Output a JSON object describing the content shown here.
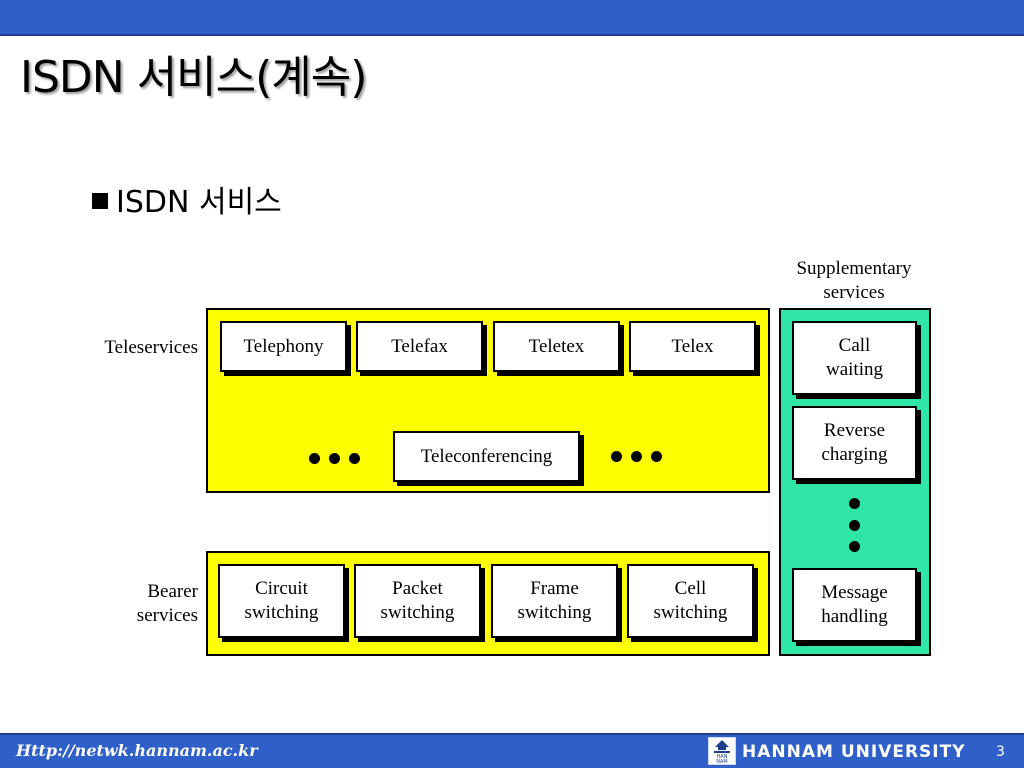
{
  "slide": {
    "title": "ISDN 서비스(계속)",
    "bullet": "ISDN 서비스"
  },
  "diagram": {
    "supplementary_header": "Supplementary\nservices",
    "teleservices_label": "Teleservices",
    "bearer_label": "Bearer\nservices",
    "teleservices": [
      "Telephony",
      "Telefax",
      "Teletex",
      "Telex"
    ],
    "teleconferencing": "Teleconferencing",
    "bearer_services": [
      "Circuit\nswitching",
      "Packet\nswitching",
      "Frame\nswitching",
      "Cell\nswitching"
    ],
    "supplementary_services": [
      "Call\nwaiting",
      "Reverse\ncharging",
      "Message\nhandling"
    ],
    "colors": {
      "service_group": "#ffff00",
      "supplementary_group": "#2fe6a6"
    }
  },
  "footer": {
    "url": "Http://netwk.hannam.ac.kr",
    "logo_text": "HAN NAM",
    "university": "HANNAM UNIVERSITY",
    "page_number": "3"
  },
  "theme": {
    "bar_color": "#2f5fc8"
  }
}
